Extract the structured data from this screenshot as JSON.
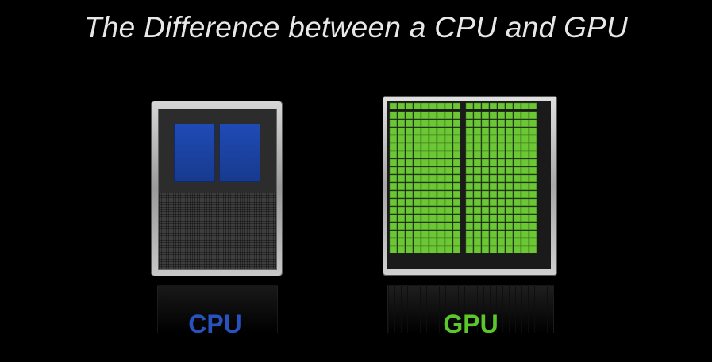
{
  "title": "The Difference between a CPU and GPU",
  "cpu": {
    "label": "CPU",
    "label_color": "#2a52be",
    "core_color": "#1f4bb5"
  },
  "gpu": {
    "label": "GPU",
    "label_color": "#5cc72a",
    "core_color": "#6cc735"
  }
}
